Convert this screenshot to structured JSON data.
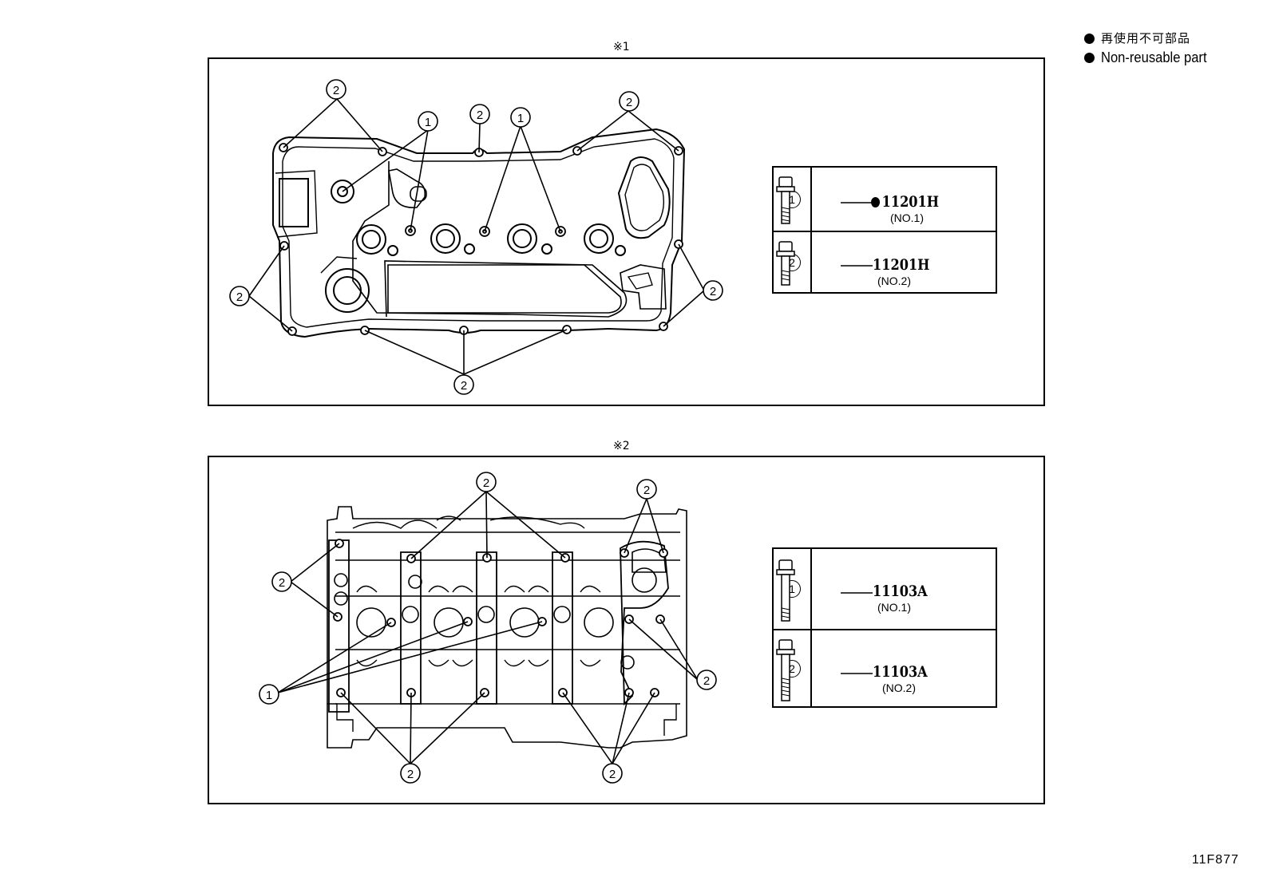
{
  "legend": {
    "jp": "再使用不可部品",
    "en": "Non-reusable part"
  },
  "figures": [
    {
      "label": "※1",
      "bolts": [
        {
          "num": "1",
          "part": "11201H",
          "sub": "(NO.1)",
          "non_reusable": true
        },
        {
          "num": "2",
          "part": "11201H",
          "sub": "(NO.2)",
          "non_reusable": false
        }
      ]
    },
    {
      "label": "※2",
      "bolts": [
        {
          "num": "1",
          "part": "11103A",
          "sub": "(NO.1)",
          "non_reusable": false
        },
        {
          "num": "2",
          "part": "11103A",
          "sub": "(NO.2)",
          "non_reusable": false
        }
      ]
    }
  ],
  "callouts": {
    "one": "1",
    "two": "2"
  },
  "image_code": "11F877"
}
